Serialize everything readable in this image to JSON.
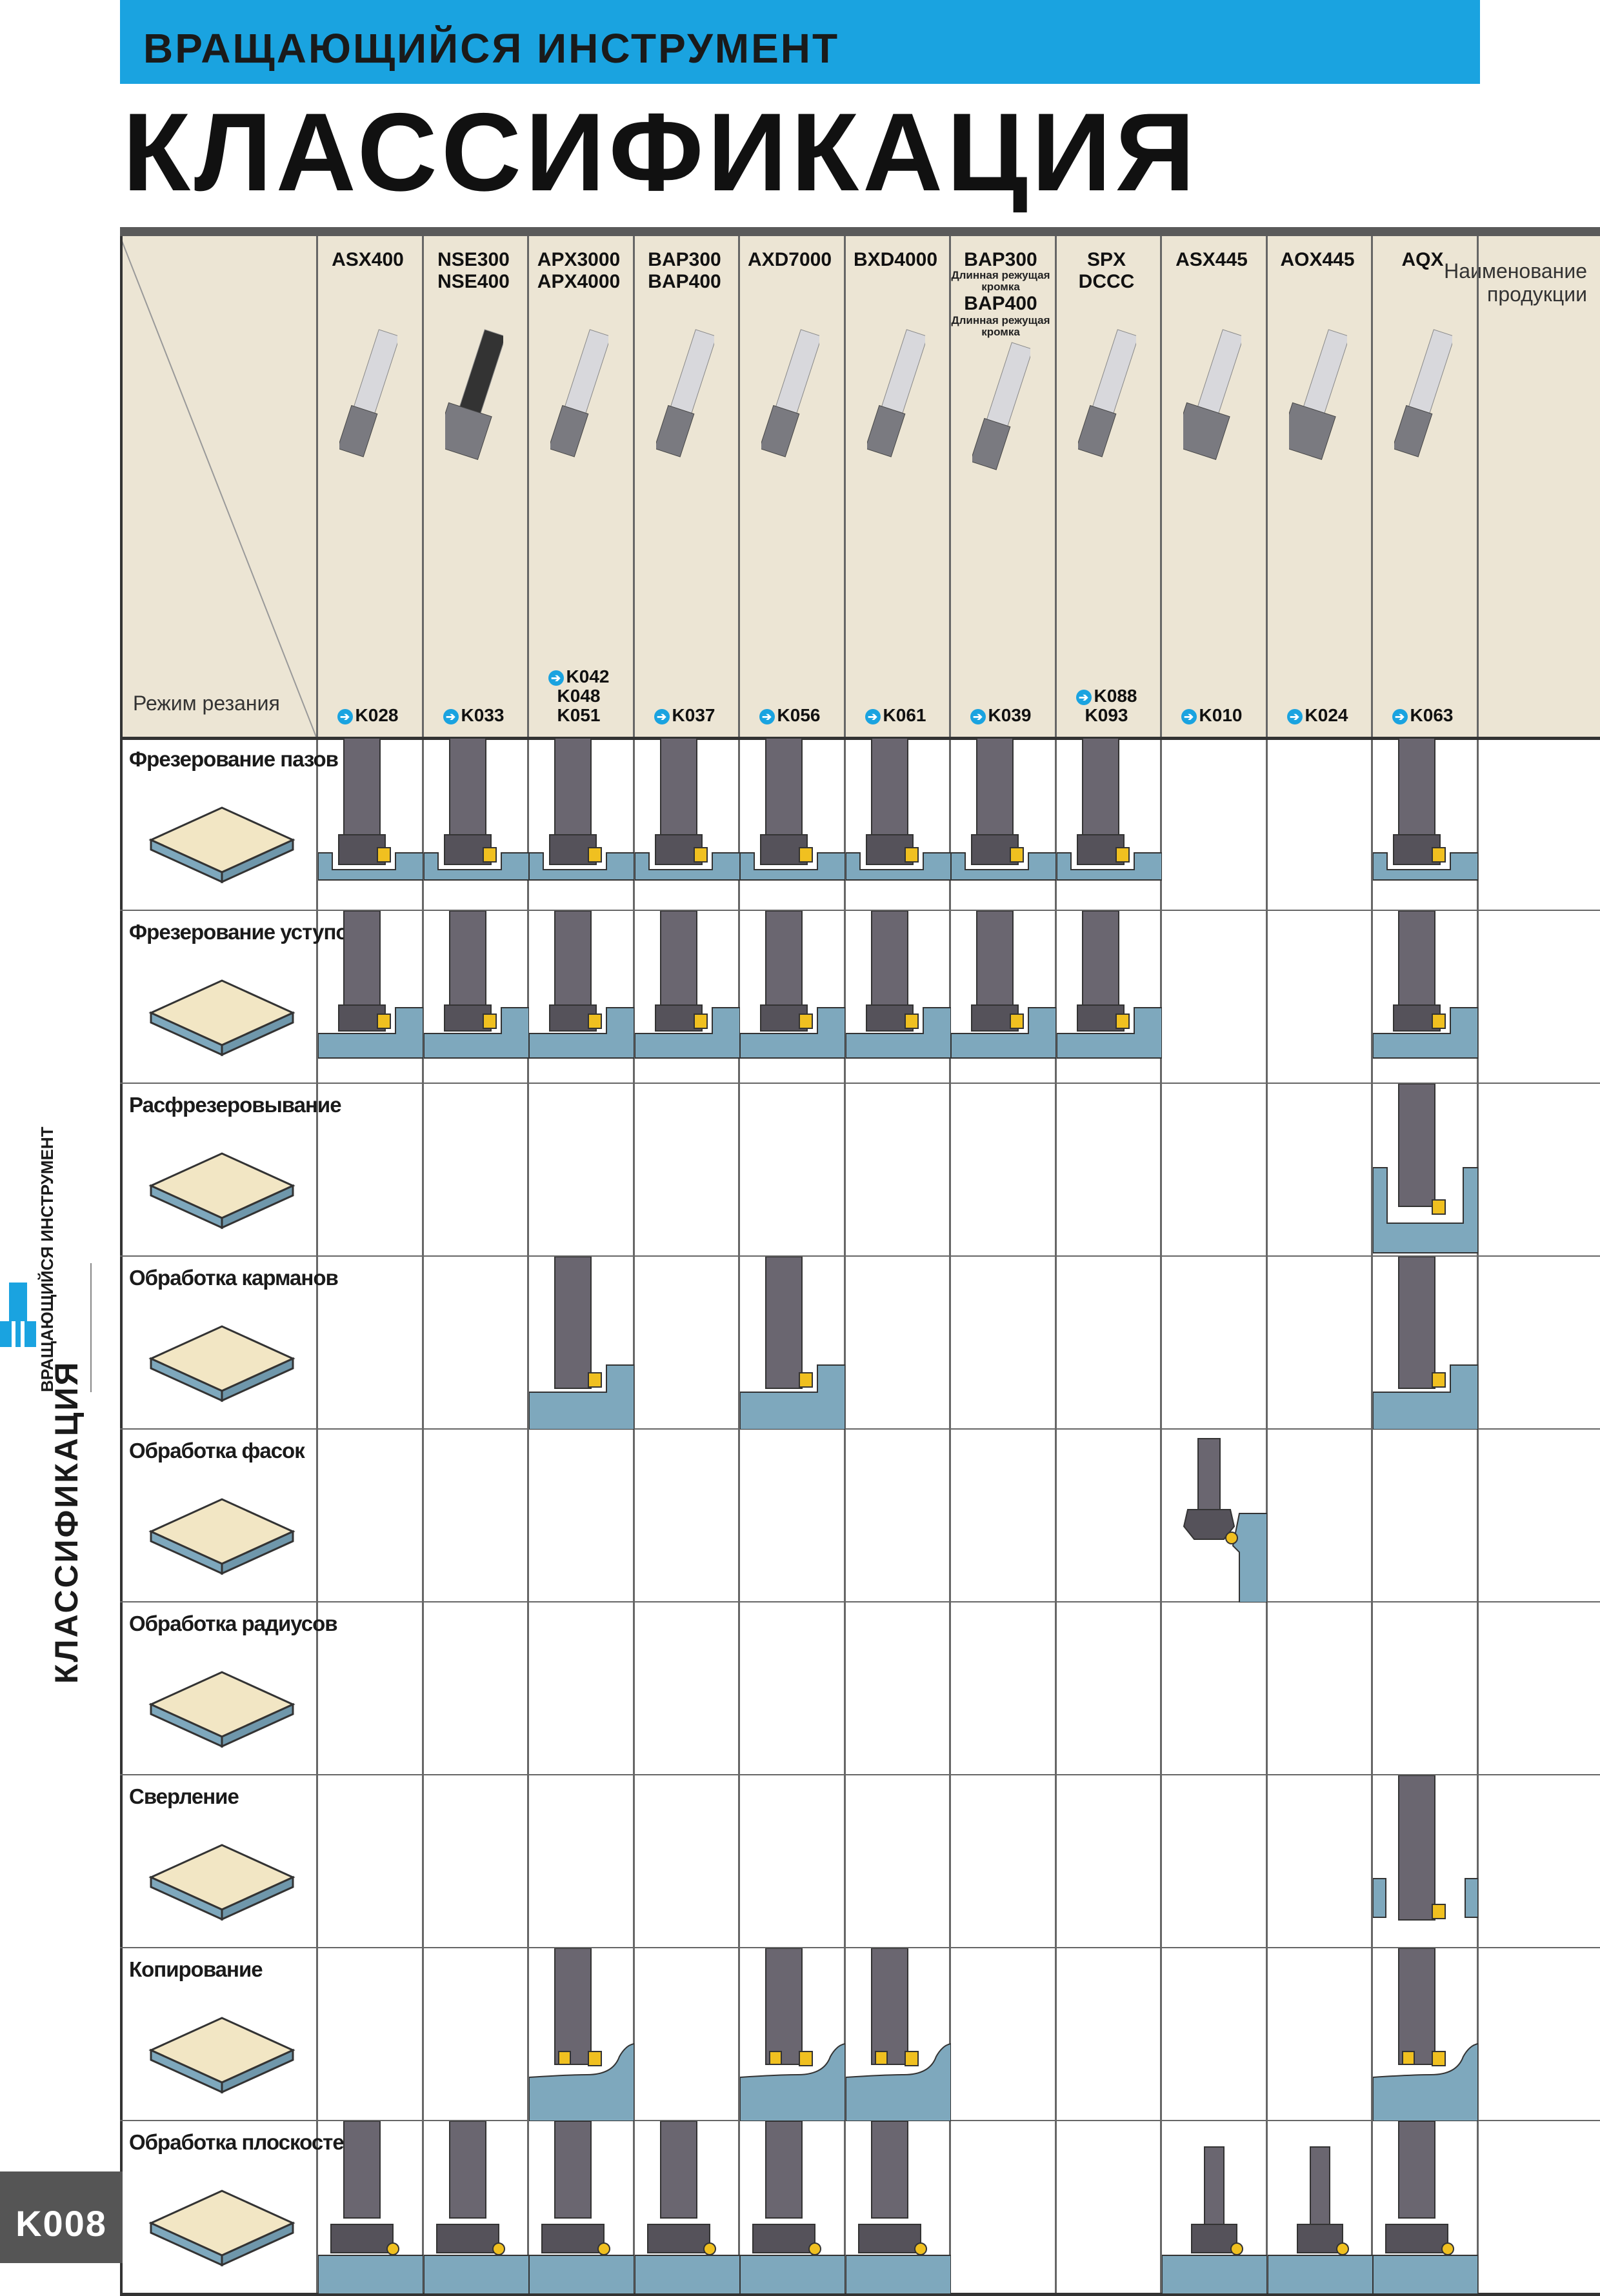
{
  "header": {
    "section": "ВРАЩАЮЩИЙСЯ ИНСТРУМЕНТ",
    "title": "КЛАССИФИКАЦИЯ"
  },
  "table": {
    "corner_top": "Наименование продукции",
    "corner_bottom": "Режим резания",
    "products": [
      {
        "name": "ASX400",
        "refs": [
          "K028"
        ]
      },
      {
        "name": "NSE300\nNSE400",
        "refs": [
          "K033"
        ]
      },
      {
        "name": "APX3000\nAPX4000",
        "refs": [
          "K042",
          "K048",
          "K051"
        ]
      },
      {
        "name": "BAP300\nBAP400",
        "refs": [
          "K037"
        ]
      },
      {
        "name": "AXD7000",
        "refs": [
          "K056"
        ]
      },
      {
        "name": "BXD4000",
        "refs": [
          "K061"
        ]
      },
      {
        "name": "BAP300",
        "sub1": "Длинная режущая кромка",
        "name2": "BAP400",
        "sub2": "Длинная режущая кромка",
        "refs": [
          "K039"
        ]
      },
      {
        "name": "SPX\nDCCC",
        "refs": [
          "K088",
          "K093"
        ]
      },
      {
        "name": "ASX445",
        "refs": [
          "K010"
        ]
      },
      {
        "name": "AOX445",
        "refs": [
          "K024"
        ]
      },
      {
        "name": "AQX",
        "refs": [
          "K063"
        ]
      }
    ],
    "operations": [
      "Фрезерование пазов",
      "Фрезерование уступов",
      "Расфрезеровывание",
      "Обработка карманов",
      "Обработка фасок",
      "Обработка радиусов",
      "Сверление",
      "Копирование",
      "Обработка плоскостей"
    ],
    "applicability": [
      [
        "slot",
        "slot",
        "slot",
        "slot",
        "slot",
        "slot",
        "slot",
        "slot",
        "",
        "",
        "slot"
      ],
      [
        "shoulder",
        "shoulder",
        "shoulder",
        "shoulder",
        "shoulder",
        "shoulder",
        "shoulder",
        "shoulder",
        "",
        "",
        "shoulder"
      ],
      [
        "",
        "",
        "",
        "",
        "",
        "",
        "",
        "",
        "",
        "",
        "ramp"
      ],
      [
        "",
        "",
        "pocket",
        "",
        "pocket",
        "",
        "",
        "",
        "",
        "",
        "pocket"
      ],
      [
        "",
        "",
        "",
        "",
        "",
        "",
        "",
        "",
        "chamfer",
        "",
        ""
      ],
      [
        "",
        "",
        "",
        "",
        "",
        "",
        "",
        "",
        "",
        "",
        ""
      ],
      [
        "",
        "",
        "",
        "",
        "",
        "",
        "",
        "",
        "",
        "",
        "drill"
      ],
      [
        "",
        "",
        "copy",
        "",
        "copy",
        "copy",
        "",
        "",
        "",
        "",
        "copy"
      ],
      [
        "face",
        "face",
        "face",
        "face",
        "face",
        "face",
        "",
        "",
        "face",
        "face",
        "face"
      ]
    ]
  },
  "sidebar": {
    "tab_label": "ВРАЩАЮЩИЙСЯ ИНСТРУМЕНТ",
    "vertical_title": "КЛАССИФИКАЦИЯ"
  },
  "footer": {
    "page": "K008"
  },
  "colors": {
    "accent": "#1aa3e0",
    "workpiece": "#7ea8bd",
    "tool": "#6a6670",
    "insert": "#f0c020",
    "header_bg": "#ece5d4"
  }
}
